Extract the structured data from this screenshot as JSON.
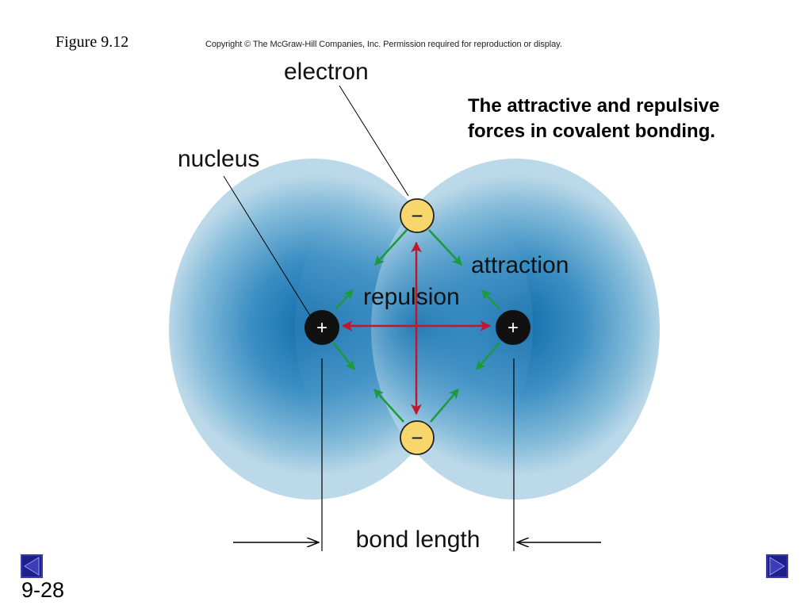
{
  "slide": {
    "figure_label": "Figure 9.12",
    "copyright": "Copyright © The McGraw-Hill Companies, Inc. Permission required for reproduction or display.",
    "caption_line1": "The attractive and repulsive",
    "caption_line2": "forces in covalent bonding.",
    "slide_number": "9-28"
  },
  "diagram": {
    "labels": {
      "electron": "electron",
      "nucleus": "nucleus",
      "attraction": "attraction",
      "repulsion": "repulsion",
      "bond_length": "bond length"
    },
    "nucleus_symbol": "+",
    "electron_symbol": "−"
  },
  "colors": {
    "cloud_core": "#0f6aa8",
    "cloud_edge": "#bcd9e9",
    "attraction_arrow": "#1c9a3c",
    "repulsion_arrow": "#c0182b",
    "electron_fill": "#f7d66b",
    "nucleus_fill": "#111111",
    "nav_button": "#1f1f8a"
  },
  "navigation": {
    "prev_icon": "triangle-left-icon",
    "next_icon": "triangle-right-icon"
  }
}
